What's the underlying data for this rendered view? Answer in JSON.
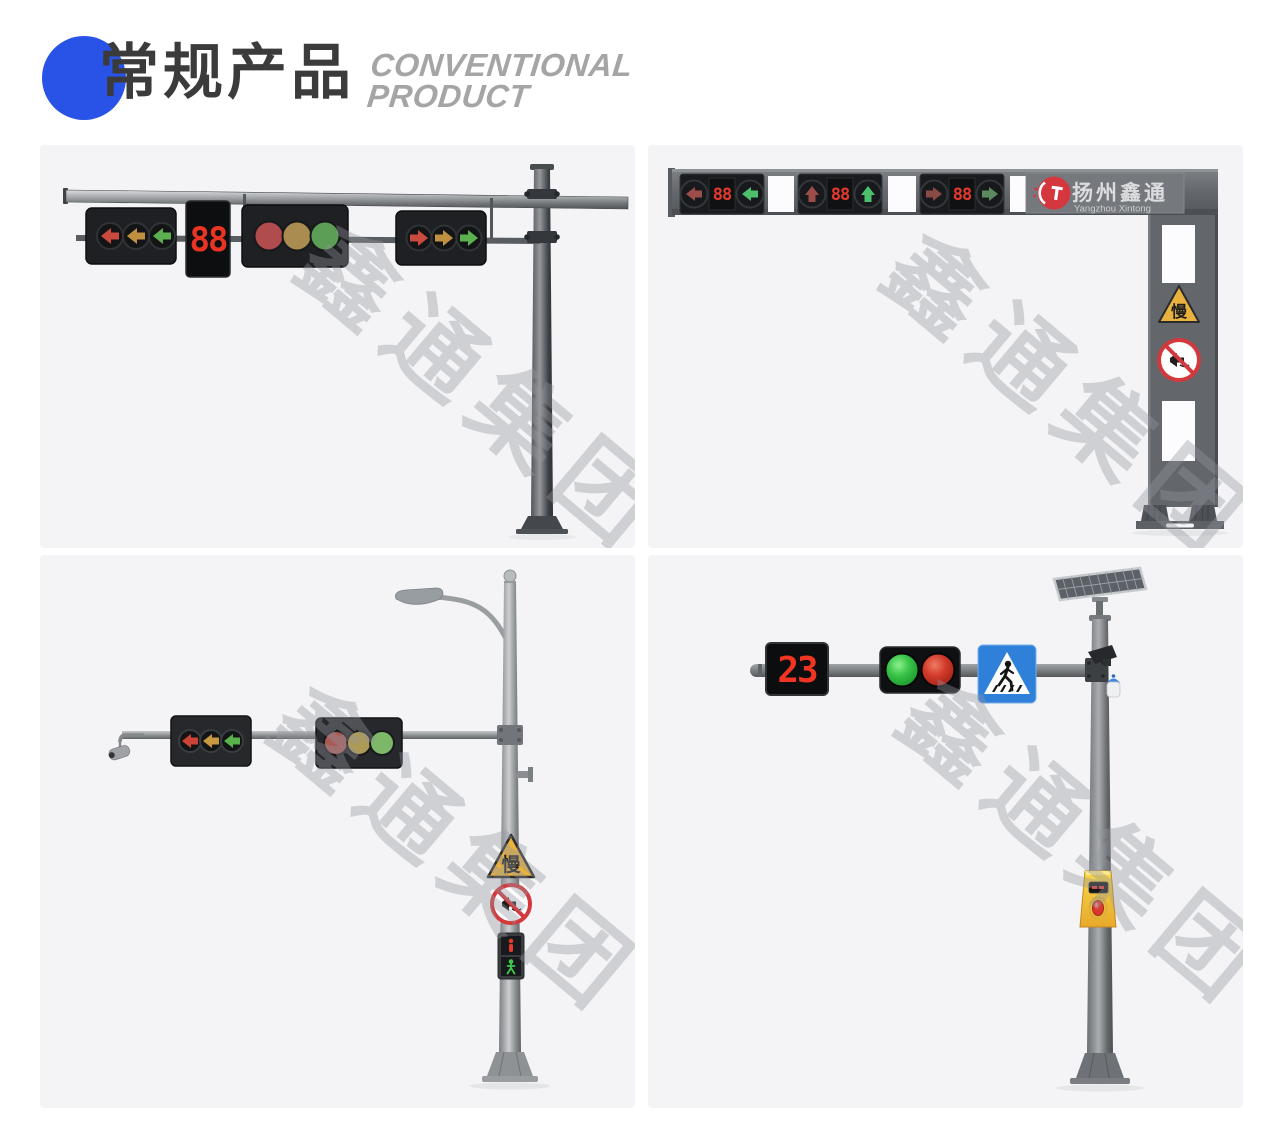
{
  "header": {
    "title": "常规产品",
    "subtitle_line1": "CONVENTIONAL",
    "subtitle_line2": "PRODUCT",
    "accent_color": "#2853e6",
    "title_color": "#3b3b3b",
    "subtitle_color": "#a5a5a5"
  },
  "watermark": "鑫通集团",
  "panels": {
    "cantilever": {
      "countdown": "88",
      "arrow_left_head_lenses": [
        "red",
        "amber",
        "green"
      ],
      "round_head_lenses": [
        "red",
        "amber",
        "green"
      ],
      "arrow_right_head_lenses": [
        "red",
        "amber",
        "green"
      ]
    },
    "gantry": {
      "modules": [
        {
          "countdown": "88",
          "left_aspect": "red-left-arrow-dim",
          "right_aspect": "green-left-arrow"
        },
        {
          "countdown": "88",
          "left_aspect": "red-up-arrow-dim",
          "right_aspect": "green-up-arrow"
        },
        {
          "countdown": "88",
          "left_aspect": "red-right-arrow-dim",
          "right_aspect": "green-right-arrow-dim"
        }
      ],
      "logo_zh": "扬州鑫通",
      "logo_en": "Yangzhou Xintong",
      "slow_sign_text": "慢",
      "signs": [
        "slow-warning-triangle",
        "no-horn-prohibition"
      ]
    },
    "integrated": {
      "slow_sign_text": "慢",
      "signs": [
        "slow-warning-triangle",
        "no-horn-prohibition",
        "pedestrian-signal"
      ],
      "arrow_head_lenses": [
        "red",
        "amber",
        "green"
      ],
      "round_head_lenses": [
        "red",
        "amber",
        "green"
      ],
      "features": [
        "street-lamp",
        "camera"
      ]
    },
    "solar": {
      "countdown": "23",
      "two_aspect_lenses": [
        "green-lit",
        "red-lit"
      ],
      "signs": [
        "pedestrian-crossing-blue"
      ],
      "features": [
        "solar-panel",
        "push-button"
      ]
    }
  },
  "colors": {
    "panel_background": "#f4f4f6",
    "accent_blue": "#2853e6",
    "logo_red": "#d4383e",
    "signal_red": "#c2443c",
    "signal_amber": "#bb9146",
    "signal_green": "#5cb04f",
    "led_red": "#ea3423",
    "led_green": "#3dbd62",
    "warning_yellow": "#e9b23e",
    "prohibition_red": "#d2393d",
    "sign_blue": "#2f80d8",
    "structure_gray": "#63676b",
    "push_button_yellow": "#f0c23a",
    "watermark_gray": "#9497a0"
  }
}
